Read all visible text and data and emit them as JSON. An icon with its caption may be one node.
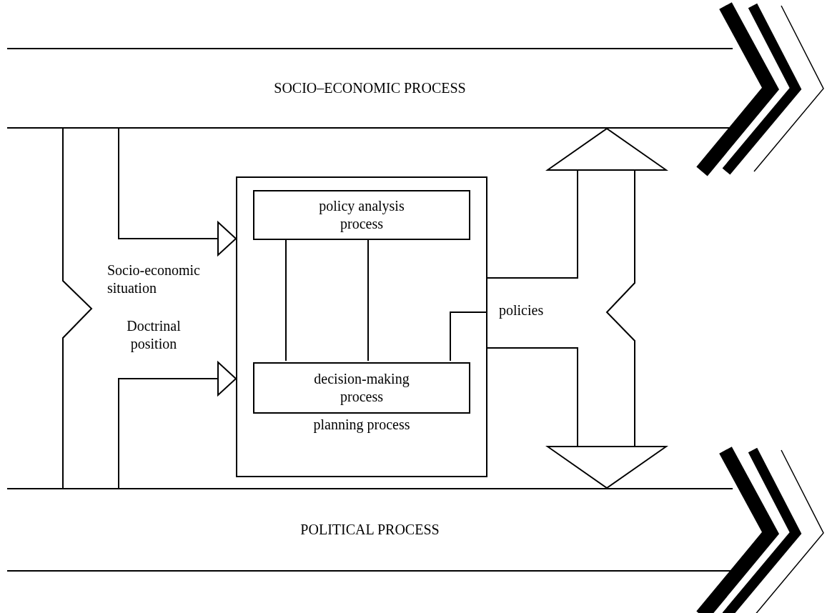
{
  "diagram": {
    "nodes": [
      {
        "text": [
          "SOCIO–ECONOMIC PROCESS"
        ]
      },
      {
        "text": [
          "POLITICAL PROCESS"
        ]
      },
      {
        "text": [
          "planning process"
        ]
      },
      {
        "text": [
          "policy analysis process"
        ],
        "in": 2
      },
      {
        "text": [
          "decision-making process"
        ],
        "in": 2
      }
    ],
    "edges": [
      {
        "from": 0,
        "to": 2,
        "arrow": "to",
        "label": "Socio-economic situation"
      },
      {
        "from": 1,
        "to": 2,
        "arrow": "to",
        "label": "Doctrinal position"
      },
      {
        "from": 2,
        "to": 0,
        "arrow": "to",
        "label": "policies"
      },
      {
        "from": 2,
        "to": 1,
        "arrow": "to"
      },
      {
        "from": 3,
        "to": 4,
        "arrow": "none"
      },
      {
        "from": 3,
        "to": 4,
        "arrow": "none"
      },
      {
        "from": 4,
        "to": 2,
        "arrow": "none"
      }
    ]
  }
}
